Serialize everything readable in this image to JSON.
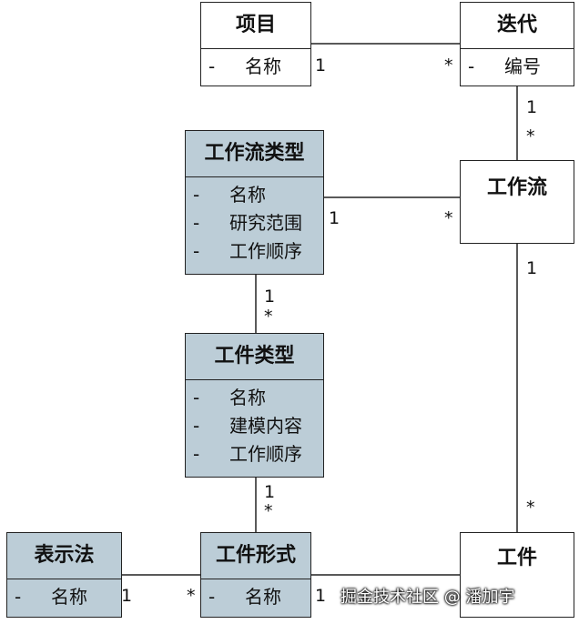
{
  "classes": {
    "project": {
      "title": "项目",
      "attrs": [
        "名称"
      ]
    },
    "iteration": {
      "title": "迭代",
      "attrs": [
        "编号"
      ]
    },
    "workflow_type": {
      "title": "工作流类型",
      "attrs": [
        "名称",
        "研究范围",
        "工作顺序"
      ]
    },
    "workflow": {
      "title": "工作流",
      "attrs": []
    },
    "artifact_type": {
      "title": "工件类型",
      "attrs": [
        "名称",
        "建模内容",
        "工作顺序"
      ]
    },
    "notation": {
      "title": "表示法",
      "attrs": [
        "名称"
      ]
    },
    "artifact_form": {
      "title": "工件形式",
      "attrs": [
        "名称"
      ]
    },
    "artifact": {
      "title": "工件",
      "attrs": []
    }
  },
  "attr_prefix": "-",
  "multiplicities": {
    "project_iteration_one": "1",
    "project_iteration_many": "*",
    "iteration_workflow_one": "1",
    "iteration_workflow_many": "*",
    "wftype_workflow_one": "1",
    "wftype_workflow_many": "*",
    "wftype_arttype_one": "1",
    "wftype_arttype_many": "*",
    "arttype_artform_one": "1",
    "arttype_artform_many": "*",
    "workflow_artifact_one": "1",
    "workflow_artifact_many": "*",
    "notation_artform_one": "1",
    "notation_artform_many": "*",
    "artform_artifact_one": "1"
  },
  "watermark": "掘金技术社区 @ 潘加宇",
  "colors": {
    "shaded_class": "#bccdd7",
    "plain_class": "#ffffff",
    "line": "#222222"
  }
}
